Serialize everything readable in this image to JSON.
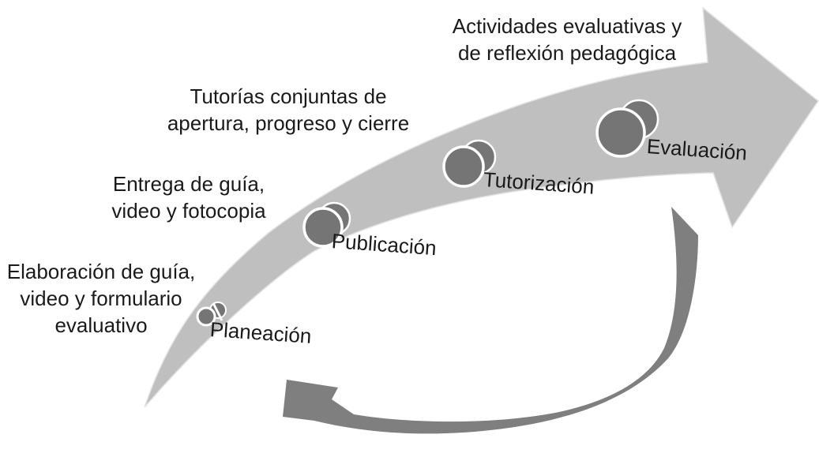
{
  "diagram": {
    "type": "process-flow-arrow",
    "stages": [
      {
        "label": "Planeación",
        "marker": "cylinder-3d-icon",
        "description_lines": [
          "Elaboración de guía,",
          "video y formulario",
          "evaluativo"
        ]
      },
      {
        "label": "Publicación",
        "marker": "sphere-icon",
        "description_lines": [
          "Entrega de guía,",
          "video y fotocopia"
        ]
      },
      {
        "label": "Tutorización",
        "marker": "sphere-icon",
        "description_lines": [
          "Tutorías conjuntas de",
          "apertura, progreso y cierre"
        ]
      },
      {
        "label": "Evaluación",
        "marker": "sphere-icon",
        "description_lines": [
          "Actividades evaluativas y",
          "de reflexión pedagógica"
        ]
      }
    ],
    "colors": {
      "arrow_band": "#bfbfbf",
      "arrow_outline": "#e2e2e2",
      "marker_fill": "#757575",
      "marker_ring": "#ffffff",
      "feedback_arrow": "#7f7f7f",
      "text": "#1a1a1a",
      "background": "#ffffff"
    }
  }
}
